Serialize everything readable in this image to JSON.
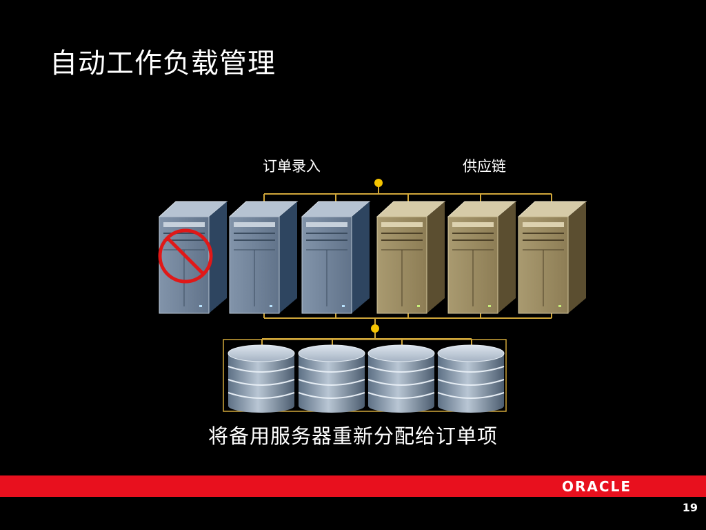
{
  "slide": {
    "title": "自动工作负载管理",
    "caption": "将备用服务器重新分配给订单项",
    "page_number": "19"
  },
  "diagram": {
    "groups": [
      {
        "label": "订单录入"
      },
      {
        "label": "供应链"
      }
    ],
    "servers": [
      {
        "group": "订单录入",
        "status": "disabled"
      },
      {
        "group": "订单录入",
        "status": "active"
      },
      {
        "group": "订单录入",
        "status": "active"
      },
      {
        "group": "供应链",
        "status": "active"
      },
      {
        "group": "供应链",
        "status": "active"
      },
      {
        "group": "供应链",
        "status": "active"
      }
    ],
    "storage_units": 4
  },
  "footer": {
    "logo": "ORACLE",
    "bar_color": "#e8101e"
  },
  "colors": {
    "order_server": "#6f8197",
    "supply_server": "#9c8c64",
    "connector": "#d1a73a",
    "dot": "#f5c400",
    "disabled": "#e01818"
  }
}
